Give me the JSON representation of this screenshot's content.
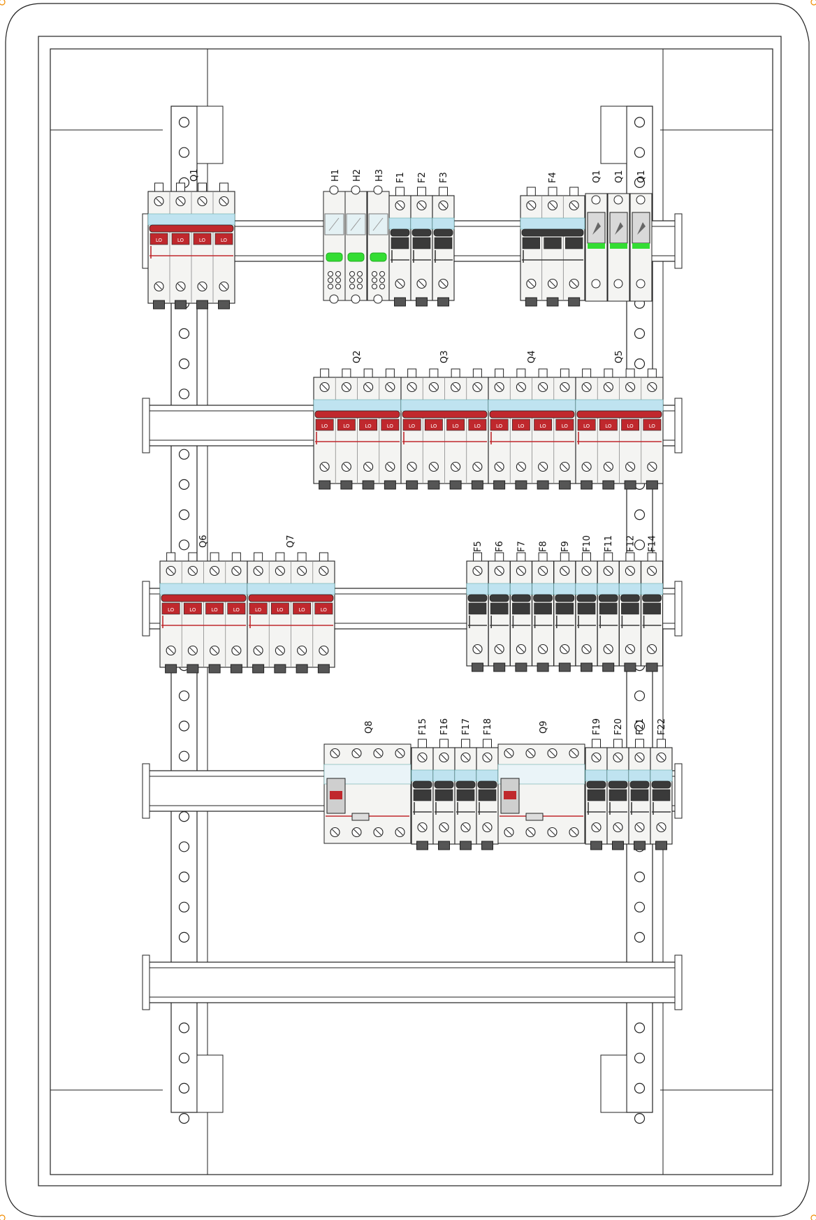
{
  "colors": {
    "line": "#222222",
    "breaker_red": "#c0282d",
    "breaker_dark": "#3a3a3a",
    "rail_blue": "#bfe3f0",
    "indicator_green": "#33dd33",
    "corner_marker": "#f08c00",
    "module_fill": "#f4f4f2"
  },
  "labels": {
    "row1": [
      "Q1",
      "H1",
      "H2",
      "H3",
      "F1",
      "F2",
      "F3",
      "F4",
      "Q1",
      "Q1",
      "Q1"
    ],
    "row2": [
      "Q2",
      "Q3",
      "Q4",
      "Q5"
    ],
    "row3": [
      "Q6",
      "Q7",
      "F5",
      "F6",
      "F7",
      "F8",
      "F9",
      "F10",
      "F11",
      "F12",
      "F14"
    ],
    "row4": [
      "Q8",
      "F15",
      "F16",
      "F17",
      "F18",
      "Q9",
      "F19",
      "F20",
      "F21",
      "F22"
    ]
  },
  "breaker_marking": "LO"
}
